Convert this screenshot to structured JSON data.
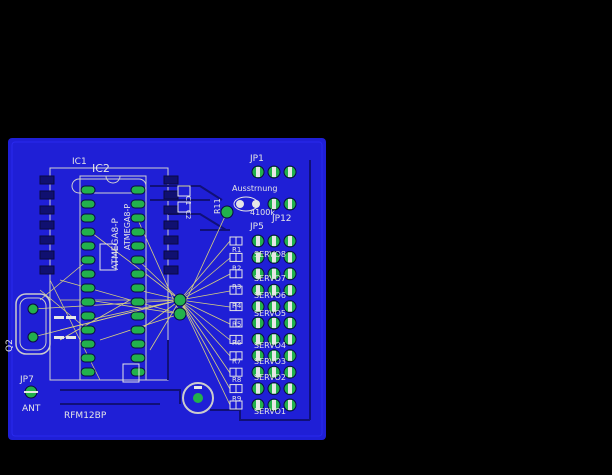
{
  "colors": {
    "background": "#000000",
    "copper_pour": "#1f1fd6",
    "copper_dark": "#17179e",
    "pad": "#22b14c",
    "pad_ring": "#1a8a3a",
    "silk": "#e6e6e6",
    "airwire": "#d8d080",
    "trace_outline": "#0c0c60"
  },
  "labels": {
    "ic1": "IC1",
    "ic2": "IC2",
    "ic2_part": "ATMEGA8-P",
    "ic_part_sub": "ATMEGA8-P",
    "jp1": "JP1",
    "jp12": "JP12",
    "jp5": "JP5",
    "jp7": "JP7",
    "ant": "ANT",
    "rfm": "RFM12BP",
    "q2": "Q2",
    "r11": "R11",
    "cap_value": "4100k",
    "spannung": "Ausstrnung",
    "r_labels": [
      "R1",
      "R2",
      "R3",
      "R4",
      "R5",
      "R6",
      "R7",
      "R8",
      "R9"
    ],
    "servo_labels": [
      "SERVO7",
      "SERVO6",
      "SERVO5",
      "SERVO4",
      "SERVO3",
      "SERVO2",
      "SERVO1"
    ],
    "servo_top": "SERVO8",
    "r_left_1": "C1",
    "r_left_2": "C2"
  }
}
